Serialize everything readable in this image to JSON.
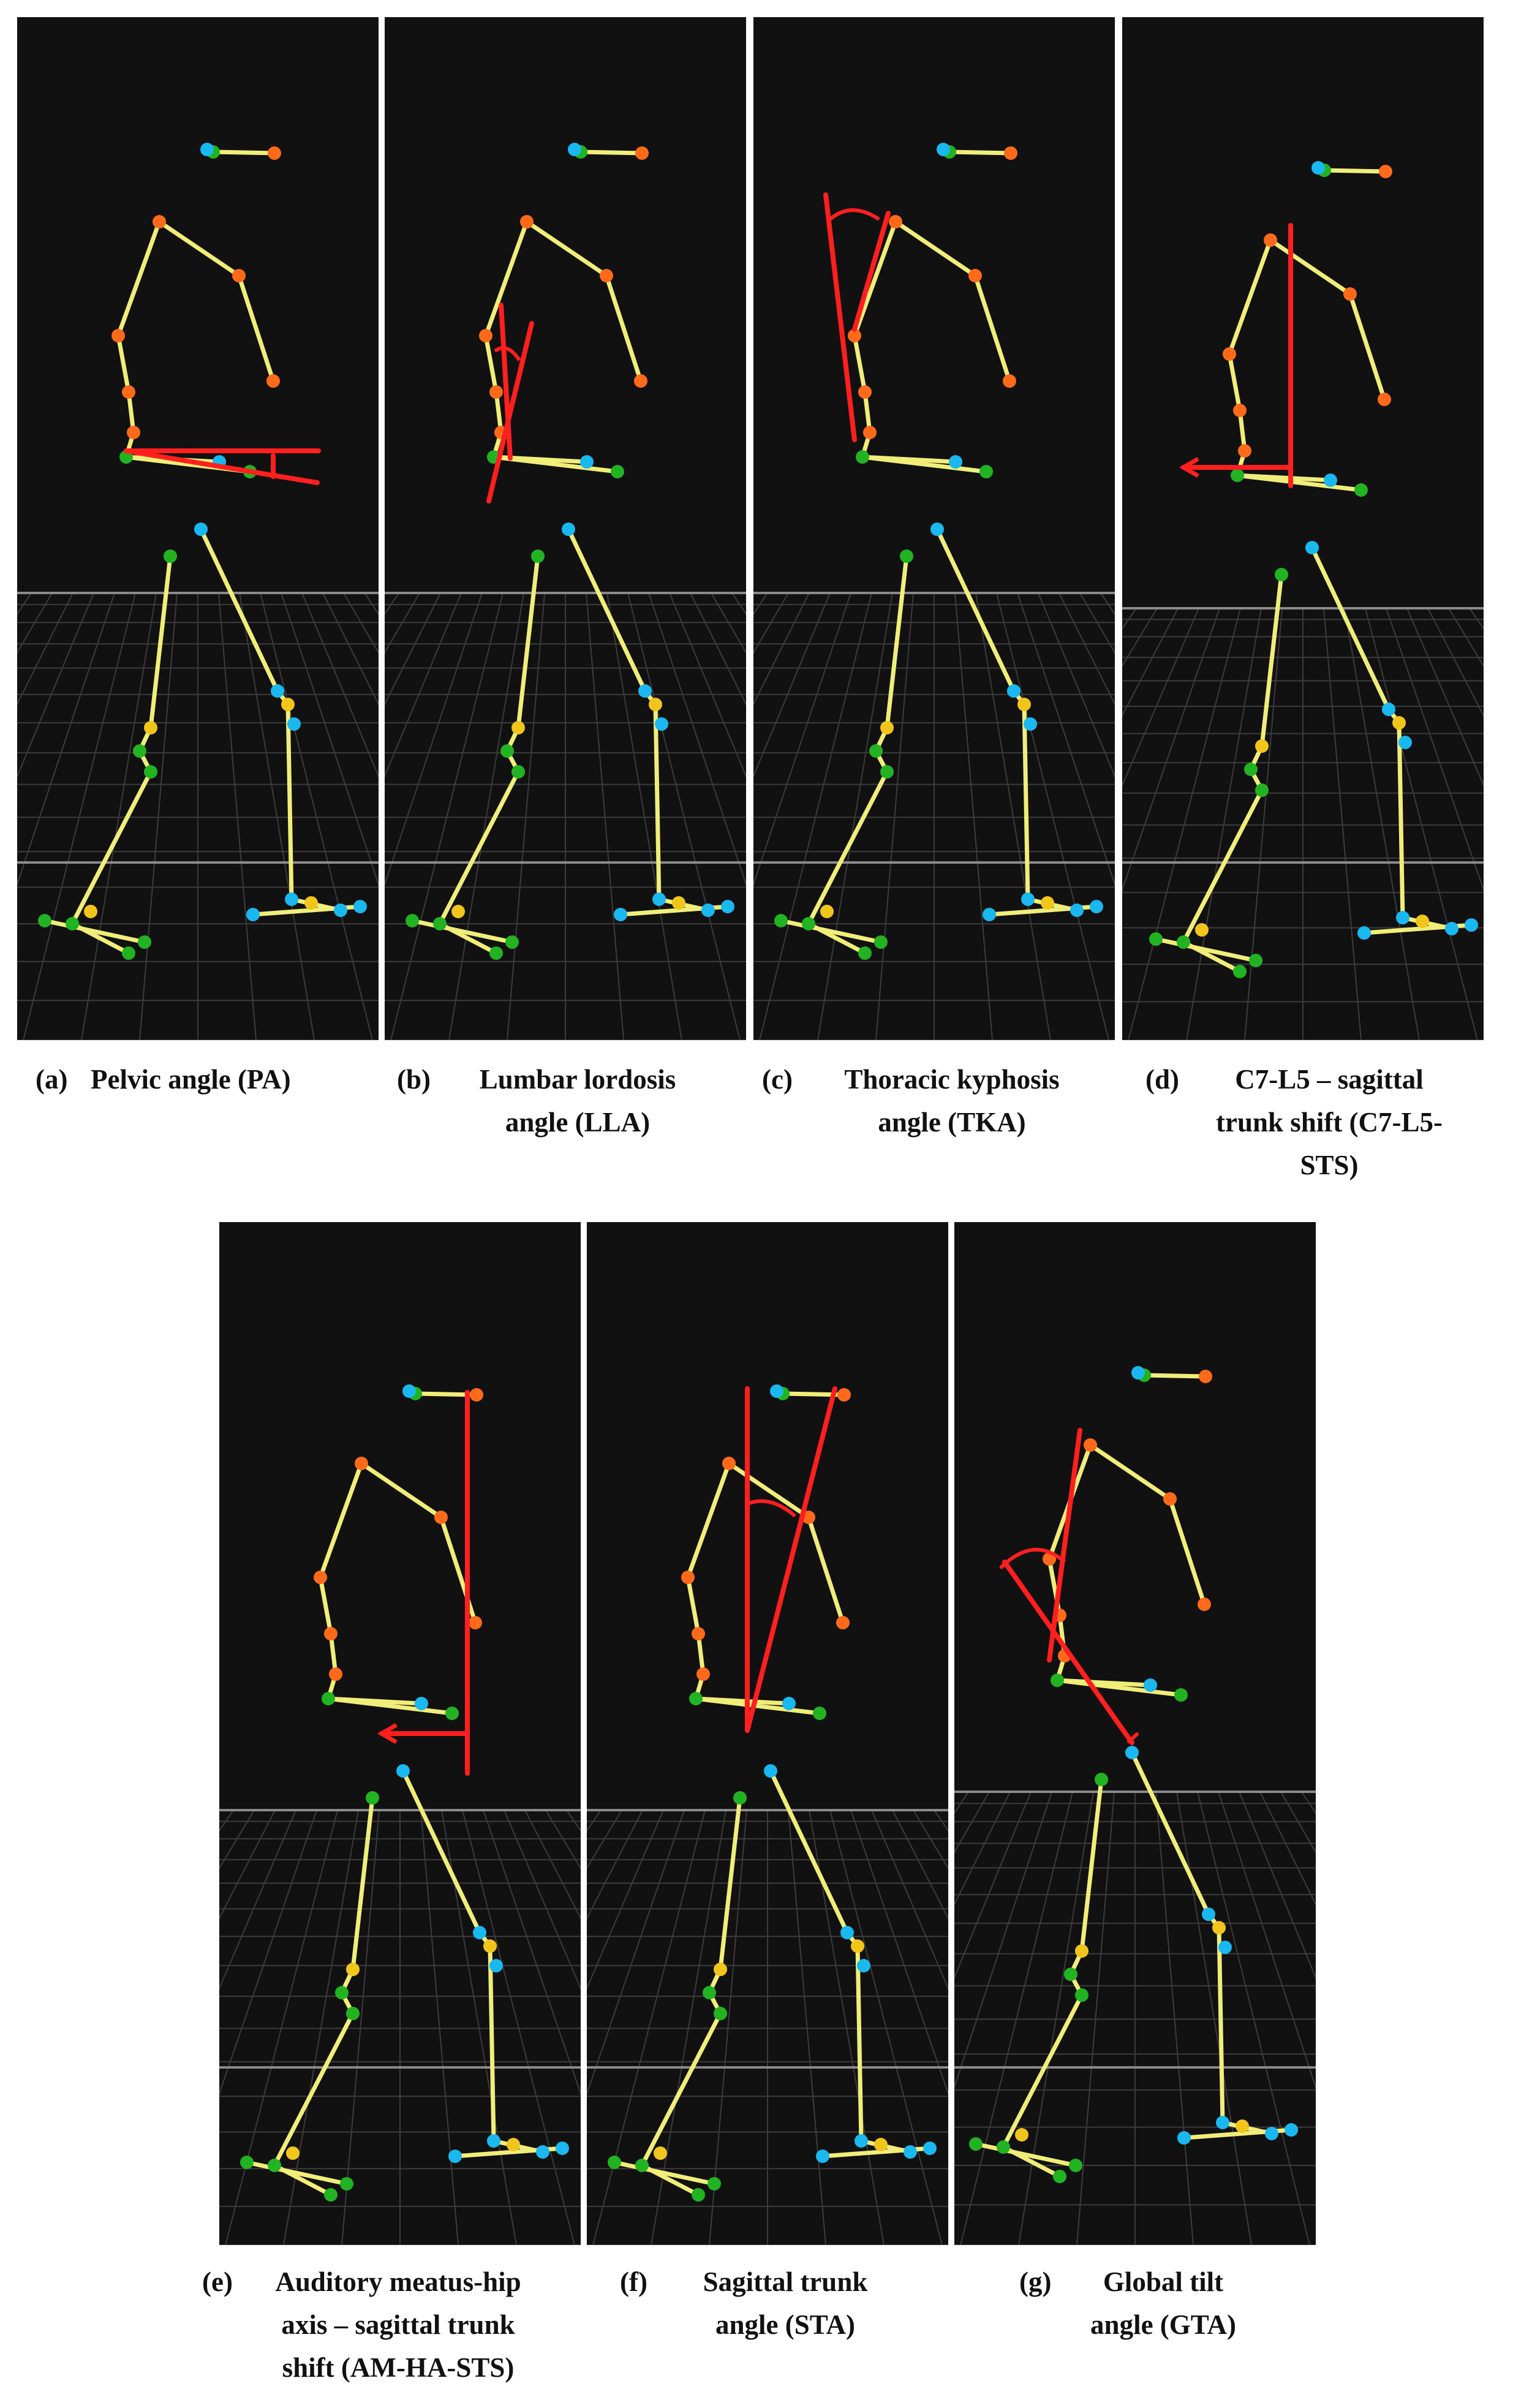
{
  "colors": {
    "background": "#111111",
    "grid": "#3c3c3c",
    "horizon": "#8a8a8a",
    "bone": "#f0ee78",
    "annotation": "#ff1f1f",
    "joint_orange": "#ff6a1a",
    "joint_green": "#22b322",
    "joint_cyan": "#1ab8f0",
    "joint_yellow": "#f2c51a"
  },
  "panels": [
    {
      "id": "a",
      "label": "(a)",
      "caption_lines": [
        "Pelvic angle (PA)"
      ],
      "icon": "pelvic-angle-annotation"
    },
    {
      "id": "b",
      "label": "(b)",
      "caption_lines": [
        "Lumbar lordosis",
        "angle (LLA)"
      ],
      "icon": "lumbar-lordosis-annotation"
    },
    {
      "id": "c",
      "label": "(c)",
      "caption_lines": [
        "Thoracic kyphosis",
        "angle (TKA)"
      ],
      "icon": "thoracic-kyphosis-annotation"
    },
    {
      "id": "d",
      "label": "(d)",
      "caption_lines": [
        "C7-L5 – sagittal",
        "trunk shift (C7-L5-",
        "STS)"
      ],
      "icon": "c7-l5-trunk-shift-annotation"
    },
    {
      "id": "e",
      "label": "(e)",
      "caption_lines": [
        "Auditory meatus-hip",
        "axis – sagittal trunk",
        "shift (AM-HA-STS)"
      ],
      "icon": "auditory-meatus-shift-annotation"
    },
    {
      "id": "f",
      "label": "(f)",
      "caption_lines": [
        "Sagittal trunk",
        "angle (STA)"
      ],
      "icon": "sagittal-trunk-angle-annotation"
    },
    {
      "id": "g",
      "label": "(g)",
      "caption_lines": [
        "Global tilt",
        "angle (GTA)"
      ],
      "icon": "global-tilt-angle-annotation"
    }
  ]
}
